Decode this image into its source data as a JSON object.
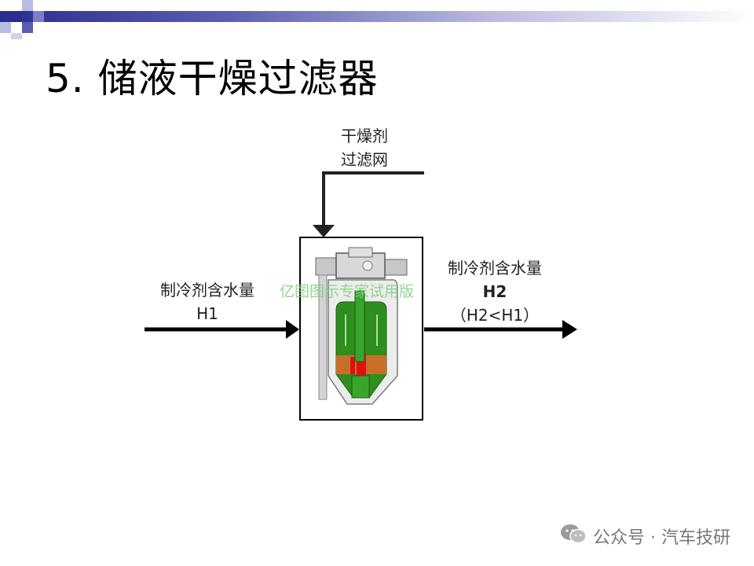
{
  "slide": {
    "title": "5. 储液干燥过滤器"
  },
  "diagram": {
    "top_label_line1": "干燥剂",
    "top_label_line2": "过滤网",
    "left_label_line1": "制冷剂含水量",
    "left_label_line2": "H1",
    "right_label_line1": "制冷剂含水量",
    "right_label_line2": "H2",
    "right_label_line3": "（H2<H1）"
  },
  "watermark": "亿图图示专家试用版",
  "footer": {
    "icon": "wechat-icon",
    "text": "公众号 · 汽车技研"
  },
  "colors": {
    "header_band": "#2a2d8f",
    "desiccant_green": "#2e8f1e",
    "filter_red": "#e01010",
    "desiccant_orange": "#c8702a"
  }
}
